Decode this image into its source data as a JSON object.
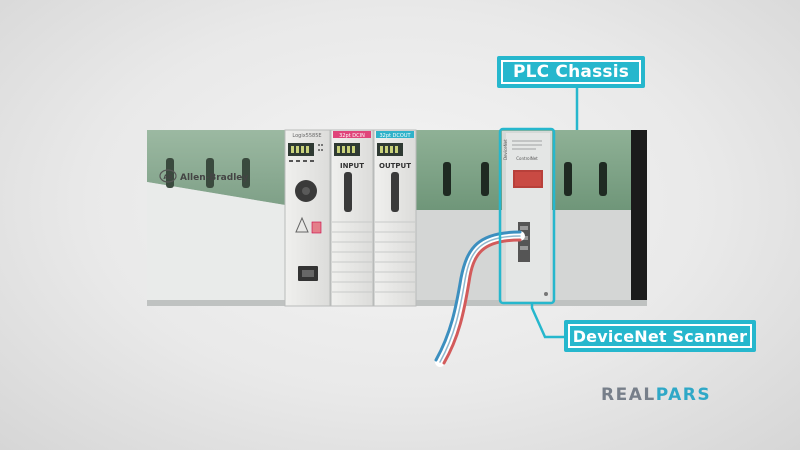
{
  "labels": {
    "plc_chassis": "PLC Chassis",
    "devicenet_scanner": "DeviceNet Scanner"
  },
  "hardware": {
    "brand_plate": "Allen-Bradley",
    "brand_badge": "AB",
    "processor_tag": "Logix5585E",
    "input_tag": "32pt DCIN",
    "output_tag": "32pt DCOUT",
    "input_label": "INPUT",
    "output_label": "OUTPUT",
    "scanner_side_text": "DeviceNet",
    "scanner_tag": "ControlNet"
  },
  "watermark": {
    "real": "REAL",
    "pars": "PARS"
  },
  "colors": {
    "accent": "#26b7cd",
    "chassis_green": "#7fa486",
    "input_tag": "#e0457a",
    "output_tag": "#2fb2c9",
    "cable_blue": "#3c8fbf",
    "cable_red": "#d35b5b"
  }
}
